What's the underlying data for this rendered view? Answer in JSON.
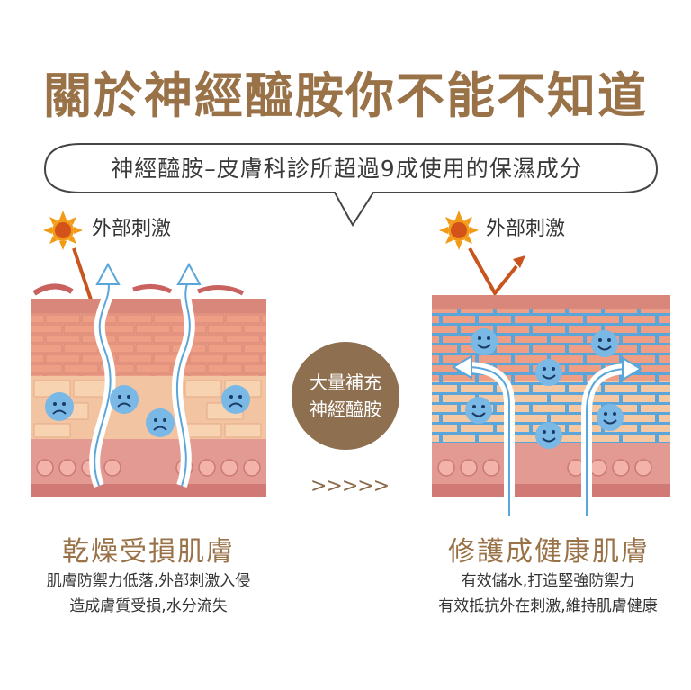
{
  "title": "關於神經醯胺你不能不知道",
  "subtitle": "神經醯胺–皮膚科診所超過9成使用的保濕成分",
  "left": {
    "external_label": "外部刺激",
    "caption": "乾燥受損肌膚",
    "desc_line1": "肌膚防禦力低落,外部刺激入侵",
    "desc_line2": "造成膚質受損,水分流失",
    "face_state": "sad"
  },
  "right": {
    "external_label": "外部刺激",
    "caption": "修護成健康肌膚",
    "desc_line1": "有效儲水,打造堅強防禦力",
    "desc_line2": "有效抵抗外在刺激,維持肌膚健康",
    "face_state": "happy"
  },
  "center": {
    "line1": "大量補充",
    "line2": "神經醯胺",
    "arrows": ">>>>>"
  },
  "colors": {
    "title": "#9a7248",
    "skin_top": "#c9615f",
    "skin_mid": "#e8a98f",
    "skin_low": "#f0c49e",
    "ceramide_blue": "#5aa6da",
    "face_blue": "#7ab8e6",
    "sun": "#f29a16",
    "circle_brown": "#8e6f4f"
  },
  "icons": [
    "sun-icon",
    "sad-face-icon",
    "happy-face-icon",
    "water-arrow-icon"
  ]
}
